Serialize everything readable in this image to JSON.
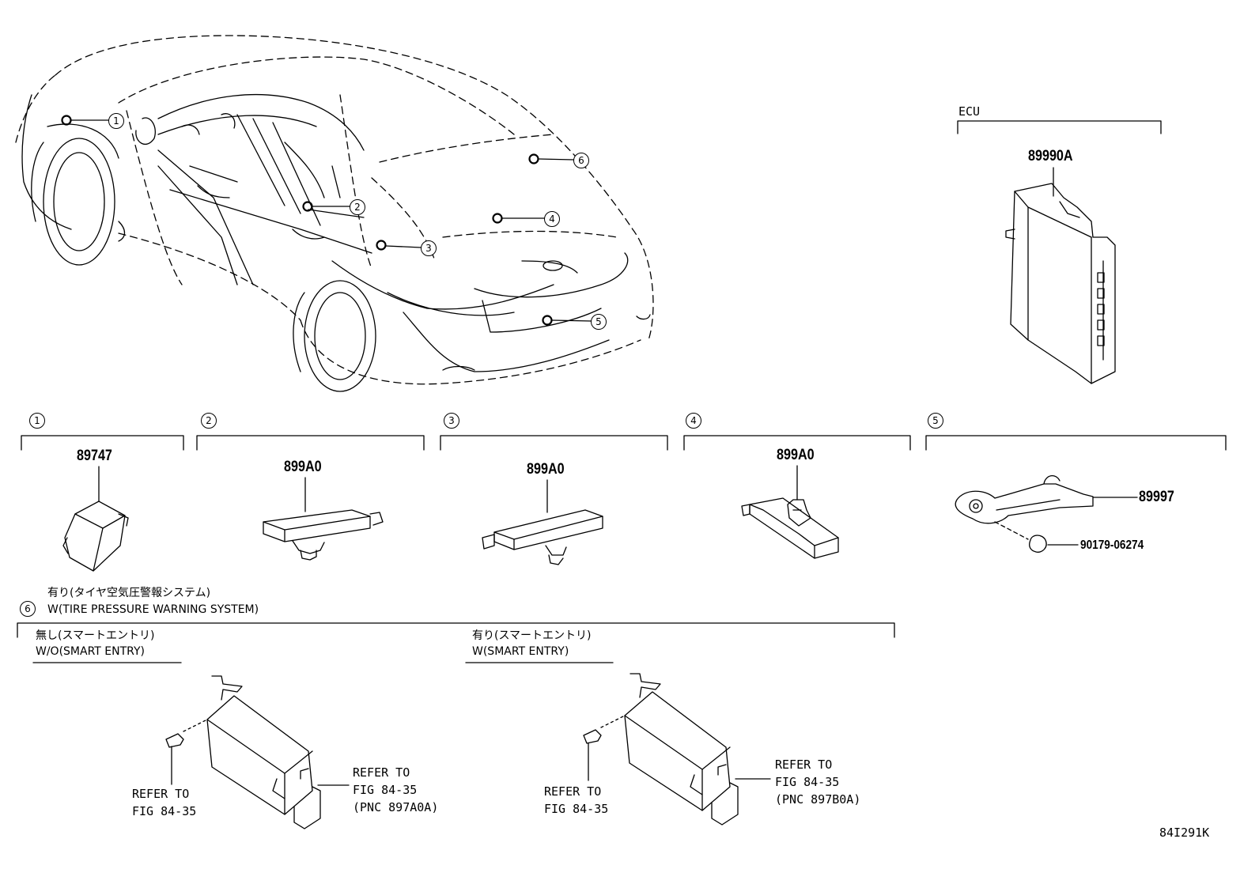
{
  "car_callouts": [
    "1",
    "2",
    "3",
    "4",
    "5",
    "6"
  ],
  "ecu": {
    "group_label": "ECU",
    "part_number": "89990A"
  },
  "sections": [
    {
      "index": "1",
      "part_number": "89747"
    },
    {
      "index": "2",
      "part_number": "899A0"
    },
    {
      "index": "3",
      "part_number": "899A0"
    },
    {
      "index": "4",
      "part_number": "899A0"
    },
    {
      "index": "5",
      "part_numbers": [
        "89997",
        "90179-06274"
      ]
    }
  ],
  "section6": {
    "index": "6",
    "title_jp": "有り(タイヤ空気圧警報システム)",
    "title_en": "W(TIRE PRESSURE WARNING SYSTEM)",
    "variants": [
      {
        "label_jp": "無し(スマートエントリ)",
        "label_en": "W/O(SMART ENTRY)",
        "screw_refer": [
          "REFER TO",
          "FIG 84-35"
        ],
        "unit_refer": [
          "REFER TO",
          "FIG 84-35",
          "(PNC 897A0A)"
        ]
      },
      {
        "label_jp": "有り(スマートエントリ)",
        "label_en": "W(SMART ENTRY)",
        "screw_refer": [
          "REFER TO",
          "FIG 84-35"
        ],
        "unit_refer": [
          "REFER TO",
          "FIG 84-35",
          "(PNC 897B0A)"
        ]
      }
    ]
  },
  "figure_code": "84I291K"
}
